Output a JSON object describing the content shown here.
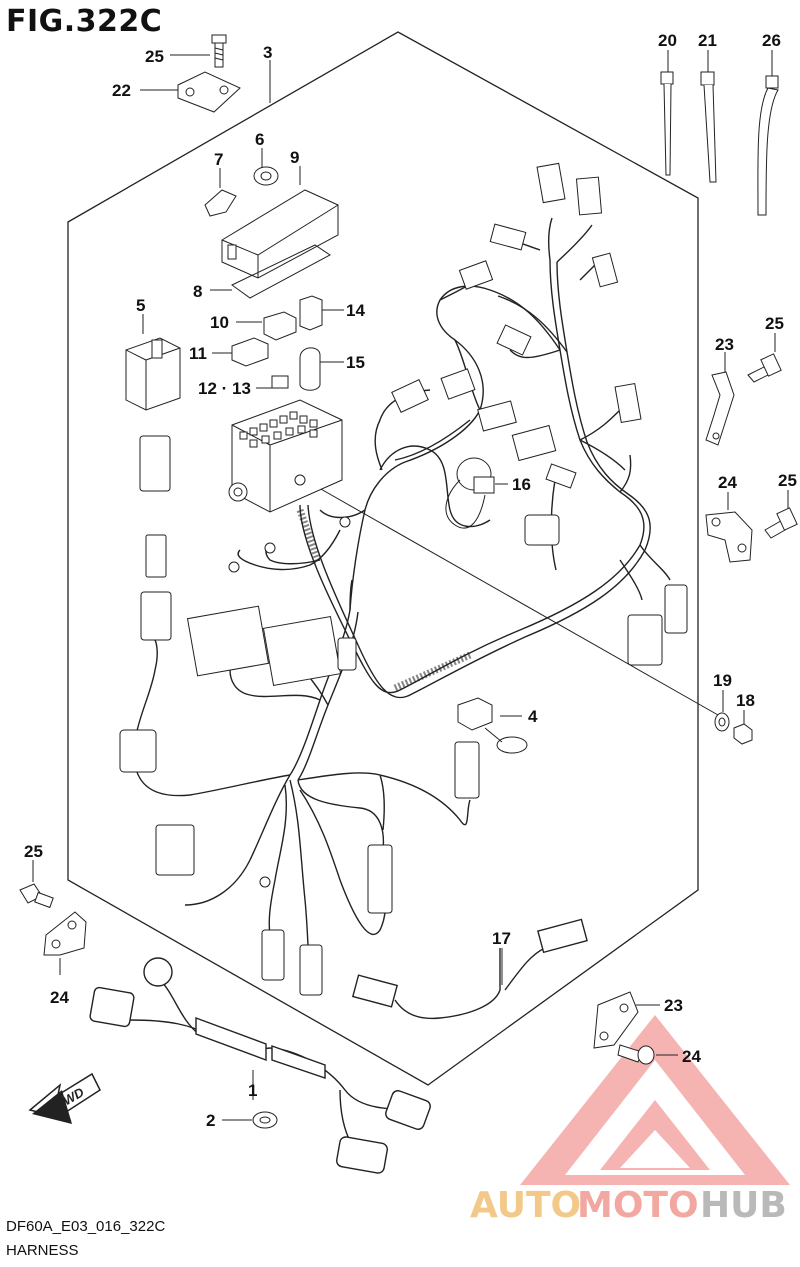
{
  "figure": {
    "title": "FIG.322C",
    "drawing_code": "DF60A_E03_016_322C",
    "name": "HARNESS"
  },
  "direction_marker": {
    "label": "FWD",
    "icon": "forward-arrow-icon"
  },
  "callouts": {
    "c1": "1",
    "c2": "2",
    "c3": "3",
    "c4": "4",
    "c5": "5",
    "c6": "6",
    "c7": "7",
    "c8": "8",
    "c9": "9",
    "c10": "10",
    "c11": "11",
    "c12_13": "12 · 13",
    "c14": "14",
    "c15": "15",
    "c16": "16",
    "c17": "17",
    "c18": "18",
    "c19": "19",
    "c20": "20",
    "c21": "21",
    "c22": "22",
    "c23a": "23",
    "c23b": "23",
    "c24a": "24",
    "c24b": "24",
    "c24c": "24",
    "c25a": "25",
    "c25b": "25",
    "c25c": "25",
    "c25d": "25",
    "c26": "26"
  },
  "watermark": {
    "text_auto": "AUTO",
    "text_moto": "MOTO",
    "text_hub": "HUB",
    "colors": {
      "auto": "#f3c98a",
      "moto": "#f2a7a0",
      "hub": "#b9b9b9",
      "logo": "#f08a86"
    }
  }
}
